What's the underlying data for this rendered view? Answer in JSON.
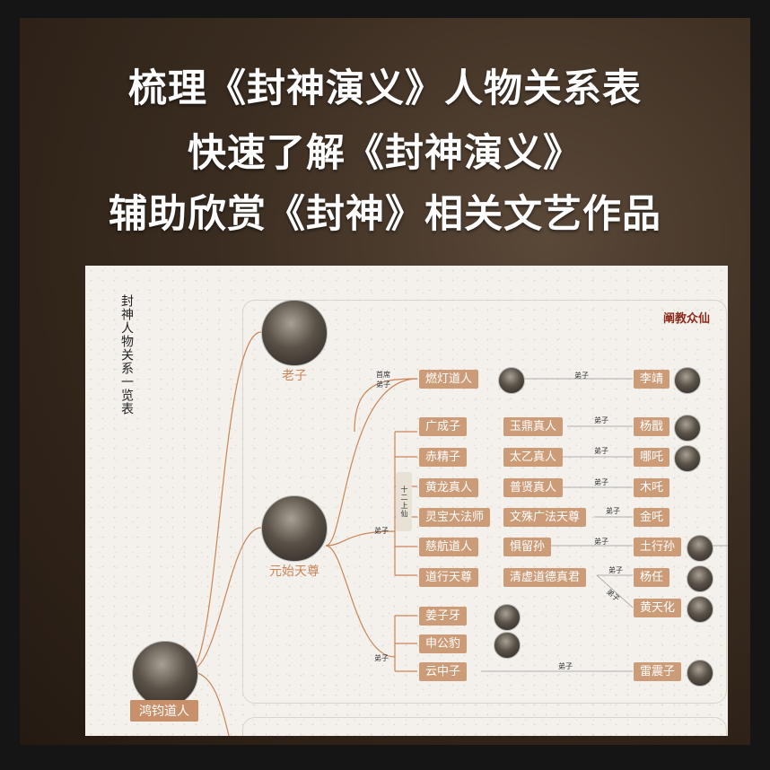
{
  "headline": {
    "line1": "梳理《封神演义》人物关系表",
    "line2": "快速了解《封神演义》",
    "line3": "辅助欣赏《封神》相关文艺作品"
  },
  "diagram": {
    "vertical_title": "封神人物关系一览表",
    "section_label": "阐教众仙",
    "group_label": "十二上仙",
    "root": "鸿钧道人",
    "masters": {
      "laozi": "老子",
      "yuanshi": "元始天尊"
    },
    "relations": {
      "shouzuo": "首席弟子",
      "dizi": "弟子"
    },
    "nodes": {
      "randeng": "燃灯道人",
      "lijing": "李靖",
      "guangchengzi": "广成子",
      "yuding": "玉鼎真人",
      "yangjian": "杨戬",
      "chijingzi": "赤精子",
      "taiyi": "太乙真人",
      "nezha": "哪吒",
      "huanglong": "黄龙真人",
      "puxian": "普贤真人",
      "muzha": "木吒",
      "lingbao": "灵宝大法师",
      "wenshu": "文殊广法天尊",
      "jinzha": "金吒",
      "cihang": "慈航道人",
      "juliusun": "惧留孙",
      "tuxingsun": "土行孙",
      "daoxing": "道行天尊",
      "qingxu": "清虚道德真君",
      "yangren": "杨任",
      "huangtianhua": "黄天化",
      "jiangziya": "姜子牙",
      "shengongbao": "申公豹",
      "yunzhongzi": "云中子",
      "leizhenzi": "雷震子"
    }
  },
  "colors": {
    "accent": "#cc9c78",
    "master_name": "#c98558",
    "section": "#8b2a1c",
    "line": "#c98558"
  },
  "icons": {
    "portrait": "portrait-avatar"
  }
}
